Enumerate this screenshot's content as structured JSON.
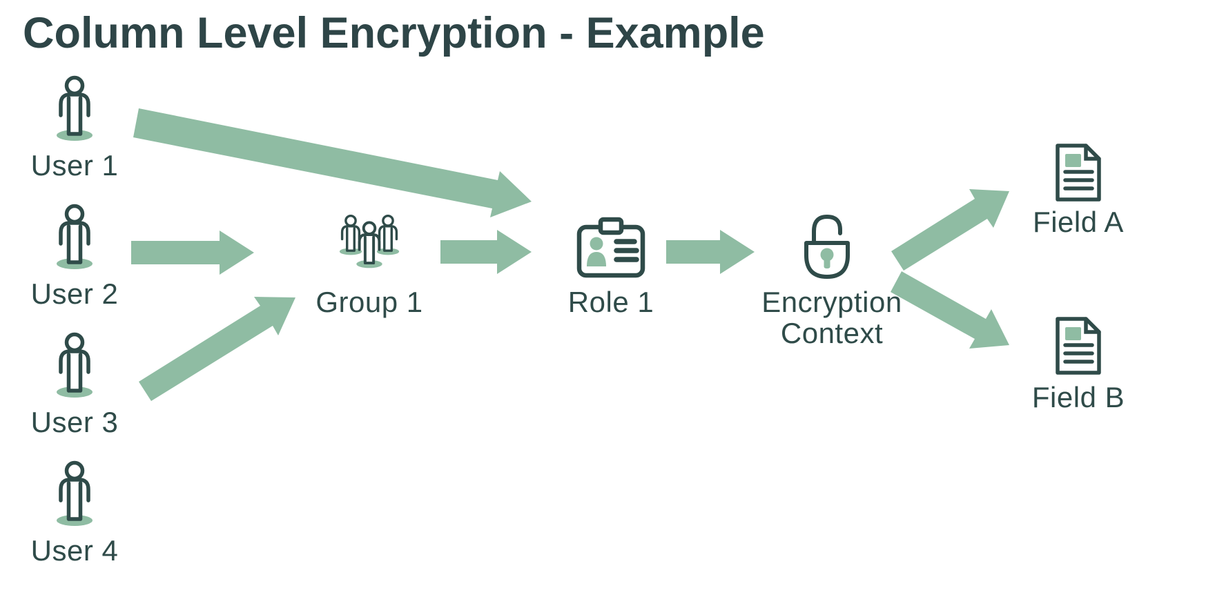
{
  "title": "Column Level Encryption - Example",
  "colors": {
    "ink": "#2f4b49",
    "title_ink": "#2e4547",
    "accent_green": "#8fbca3",
    "background": "#ffffff"
  },
  "diagram": {
    "users": [
      {
        "label": "User 1",
        "icon": "person-icon"
      },
      {
        "label": "User 2",
        "icon": "person-icon"
      },
      {
        "label": "User 3",
        "icon": "person-icon"
      },
      {
        "label": "User 4",
        "icon": "person-icon"
      }
    ],
    "group": {
      "label": "Group 1",
      "icon": "people-group-icon"
    },
    "role": {
      "label": "Role 1",
      "icon": "id-badge-icon"
    },
    "encryption_context": {
      "label_line1": "Encryption",
      "label_line2": "Context",
      "icon": "unlocked-padlock-icon"
    },
    "fields": [
      {
        "label": "Field A",
        "icon": "document-icon"
      },
      {
        "label": "Field B",
        "icon": "document-icon"
      }
    ],
    "connections": [
      {
        "from": "User 1",
        "to": "Role 1"
      },
      {
        "from": "User 2",
        "to": "Group 1"
      },
      {
        "from": "User 3",
        "to": "Group 1"
      },
      {
        "from": "Group 1",
        "to": "Role 1"
      },
      {
        "from": "Role 1",
        "to": "Encryption Context"
      },
      {
        "from": "Encryption Context",
        "to": "Field A"
      },
      {
        "from": "Encryption Context",
        "to": "Field B"
      }
    ]
  }
}
